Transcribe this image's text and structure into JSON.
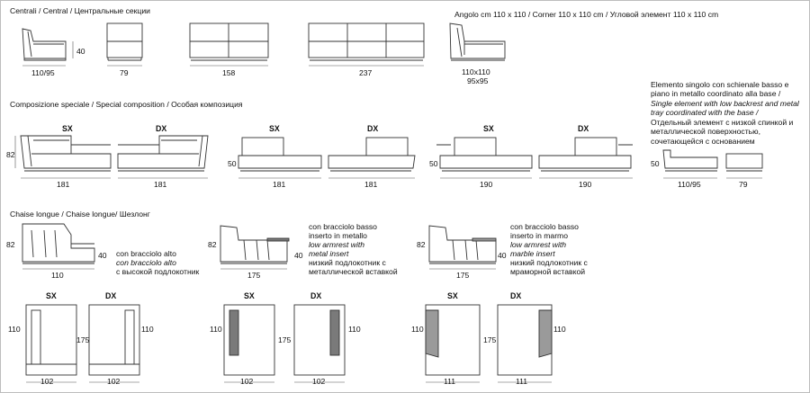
{
  "sections": {
    "central": "Centrali / Central / Центральные секции",
    "corner": "Angolo cm 110 x 110 / Corner 110 x 110 cm / Угловой элемент 110 x 110 cm",
    "special": "Composizione speciale / Special composition / Особая композиция",
    "chaise": "Chaise longue / Chaise longue/ Шезлонг"
  },
  "side": {
    "sx": "SX",
    "dx": "DX"
  },
  "dims": {
    "c1w": "110/95",
    "c1h": "40",
    "c2w": "79",
    "c3w": "158",
    "c4w": "237",
    "cornerw1": "110x110",
    "cornerw2": "95x95",
    "sp_h82": "82",
    "sp_h50": "50",
    "sp_w181": "181",
    "sp_w190": "190",
    "sp_single_w": "110/95",
    "sp_tray_w": "79",
    "ch_h82": "82",
    "ch_h40": "40",
    "ch_w110": "110",
    "ch_w175": "175",
    "pl_110": "110",
    "pl_175": "175",
    "pl_102": "102",
    "pl_111": "111"
  },
  "notes": {
    "single": [
      "Elemento singolo con schienale basso e",
      "piano in metallo coordinato alla base /",
      "Single element with low backrest and metal",
      "tray coordinated with the base /",
      "Отдельный элемент с низкой спинкой и",
      "металлической поверхностью,",
      "сочетающейся с основанием"
    ],
    "high": [
      "con bracciolo alto",
      "con bracciolo alto",
      "с высокой подлокотник"
    ],
    "metal": [
      "con bracciolo basso",
      "inserto in metallo",
      "low armrest with",
      "metal insert",
      "низкий подлокотник с",
      "металлической вставкой"
    ],
    "marble": [
      "con bracciolo basso",
      "inserto in marmo",
      "low armrest with",
      "marble insert",
      "низкий подлокотник с",
      "мраморной вставкой"
    ]
  },
  "colors": {
    "line": "#333333",
    "dim": "#555555",
    "marble": "#9a9a9a",
    "metal": "#7a7a7a"
  }
}
